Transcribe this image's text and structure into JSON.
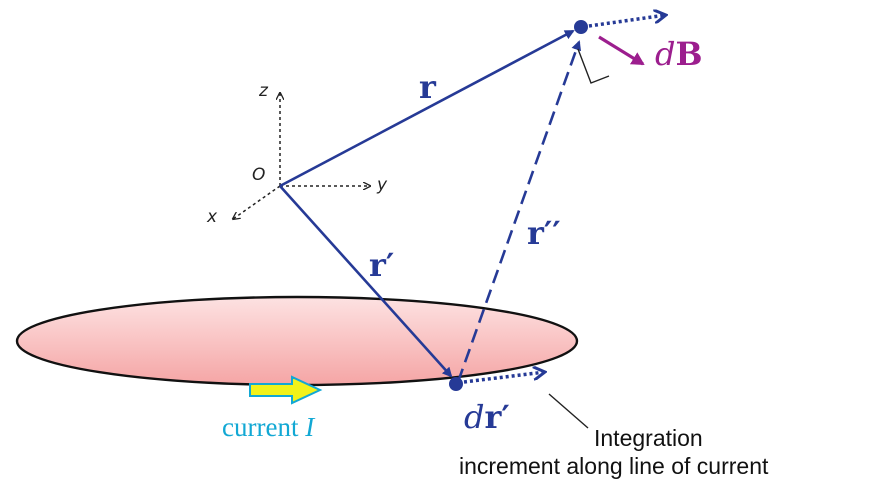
{
  "axes": {
    "z_label": "z",
    "y_label": "y",
    "x_label": "x",
    "origin_label": "O"
  },
  "vectors": {
    "r": {
      "label": "r"
    },
    "r_prime": {
      "label": "r′"
    },
    "r_double_prime": {
      "label": "r′′"
    },
    "dB": {
      "d": "d",
      "label": "B"
    },
    "dr_prime": {
      "d": "d",
      "label": "r′"
    }
  },
  "current": {
    "text": "current ",
    "symbol": "I"
  },
  "annotation": {
    "line1": "Integration",
    "line2": "increment along line of current"
  },
  "colors": {
    "vector": "#263a96",
    "field": "#9c1e8e",
    "loop_fill": "#f7b3b3",
    "current_arrow": "#f2f21a",
    "current_text": "#12a8d4"
  }
}
